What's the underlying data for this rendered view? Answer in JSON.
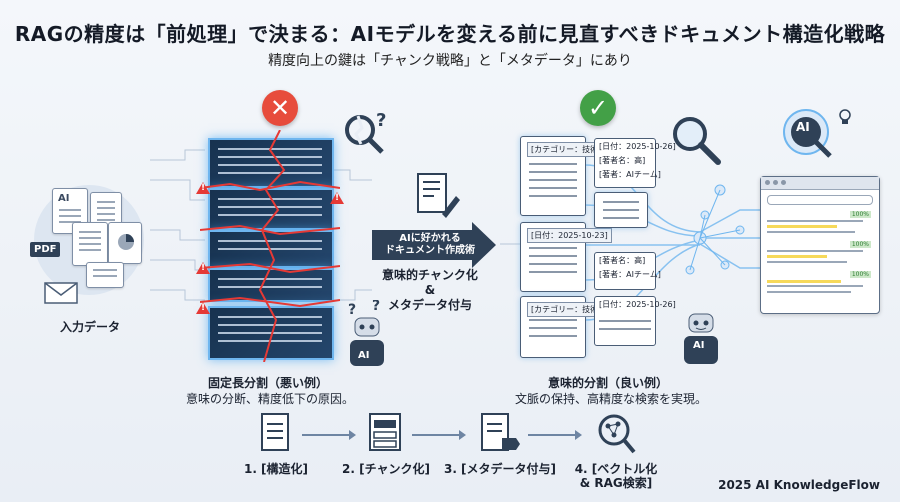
{
  "title": "RAGの精度は「前処理」で決まる：AIモデルを変える前に見直すべきドキュメント構造化戦略",
  "subtitle": "精度向上の鍵は「チャンク戦略」と「メタデータ」にあり",
  "input": {
    "label": "入力データ",
    "doc_ai_tag": "AI",
    "doc_pdf_tag": "PDF"
  },
  "bad_section": {
    "title": "固定長分割（悪い例）",
    "subtitle": "意味の分断、精度低下の原因。",
    "ai_label": "AI",
    "question_marks": "?  ?"
  },
  "center": {
    "arrow_label": "AIに好かれる\nドキュメント作成術",
    "caption": "意味的チャンク化\n&\nメタデータ付与"
  },
  "good_section": {
    "title": "意味的分割（良い例）",
    "subtitle": "文脈の保持、高精度な検索を実現。",
    "ai_label": "AI",
    "chunk_tags": [
      "[カテゴリー：技術]",
      "[日付：2025-10-23]",
      "[カテゴリー：技術]"
    ],
    "meta_tags": [
      [
        "[日付：2025-10-26]",
        "[著者名：高]",
        "[著者：AIチーム]"
      ],
      [
        "[著者名：高]",
        "[著者：AIチーム]"
      ],
      [
        "[日付：2025-10-26]"
      ]
    ]
  },
  "result": {
    "ai_label": "AI",
    "scores": [
      "100%",
      "100%",
      "100%"
    ]
  },
  "steps": [
    {
      "label": "1. [構造化]"
    },
    {
      "label": "2. [チャンク化]"
    },
    {
      "label": "3. [メタデータ付与]"
    },
    {
      "label": "4. [ベクトル化\n& RAG検索]"
    }
  ],
  "footer": "2025 AI KnowledgeFlow",
  "colors": {
    "bad": "#e74c3c",
    "good": "#43a047",
    "navy": "#2f4157",
    "glow": "#6fb6ef"
  }
}
